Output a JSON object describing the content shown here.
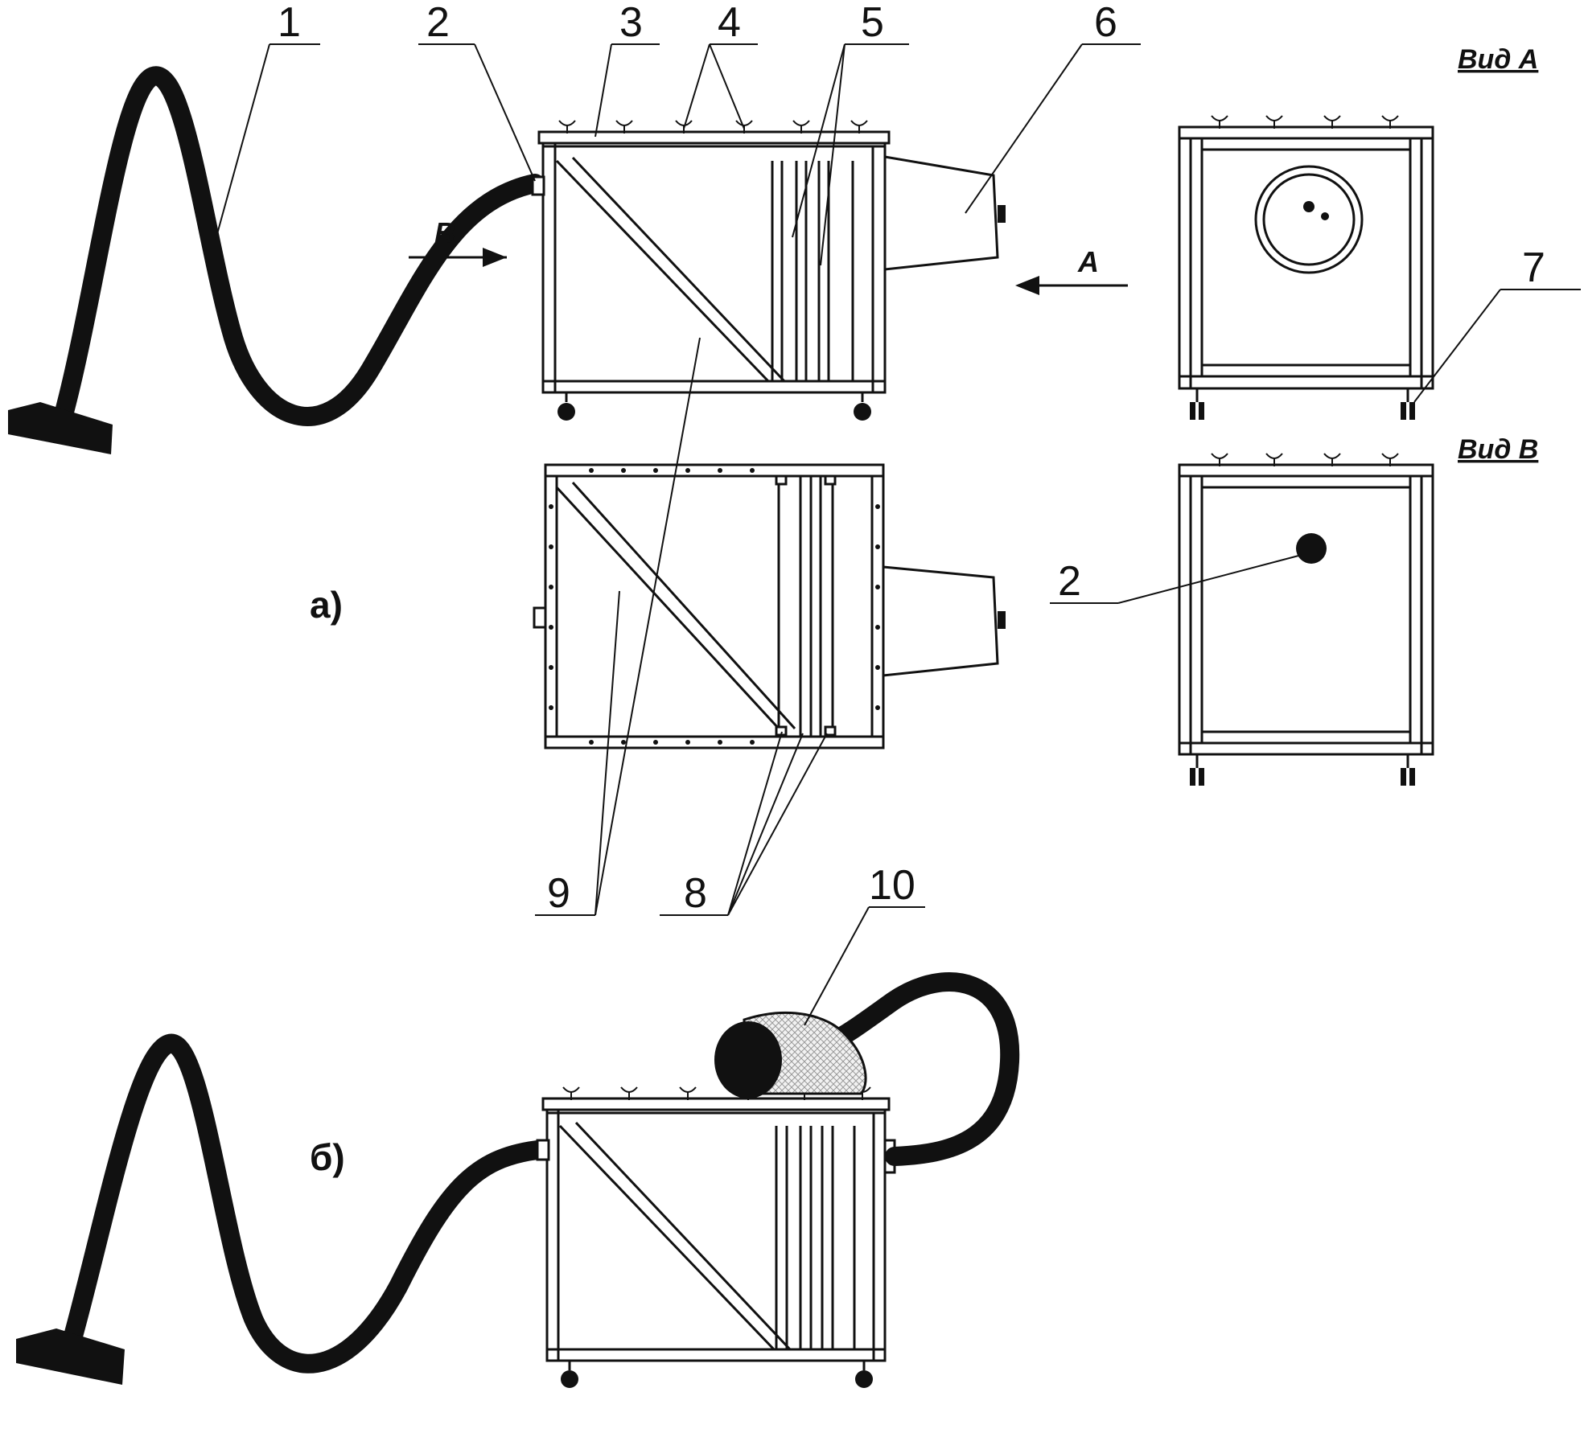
{
  "labels": {
    "n1": "1",
    "n2": "2",
    "n3": "3",
    "n4": "4",
    "n5": "5",
    "n6": "6",
    "n7": "7",
    "n8": "8",
    "n9": "9",
    "n10": "10",
    "n2b": "2"
  },
  "subfigures": {
    "a": "а)",
    "b": "б)"
  },
  "views": {
    "view_a": "Вид А",
    "view_b": "Вид В"
  },
  "arrows": {
    "a": "А",
    "b": "В"
  }
}
